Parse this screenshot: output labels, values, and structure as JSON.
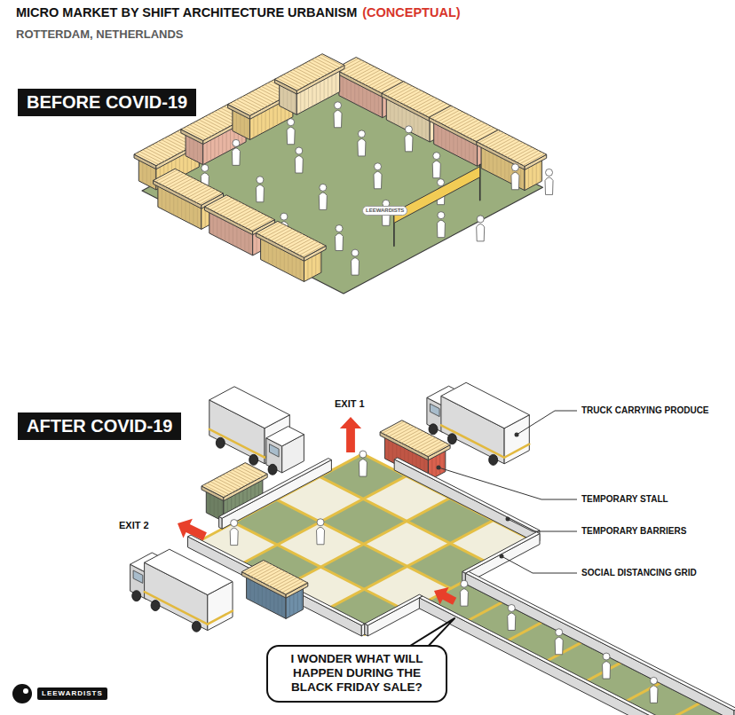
{
  "diagram": {
    "title": "MICRO MARKET BY SHIFT ARCHITECTURE URBANISM",
    "nodes": [
      {
        "text": [
          "BEFORE COVID-19"
        ]
      },
      {
        "text": [
          "AFTER COVID-19"
        ]
      },
      {
        "text": [
          "I WONDER WHAT WILL HAPPEN DURING THE BLACK FRIDAY SALE?"
        ]
      }
    ],
    "labels": [
      "(CONCEPTUAL)",
      "ROTTERDAM, NETHERLANDS",
      "LEEWARDISTS",
      "EXIT 1",
      "TRUCK CARRYING PRODUCE",
      "EXIT 2",
      "TEMPORARY STALL",
      "TEMPORARY BARRIERS",
      "SOCIAL DISTANCING GRID",
      "LEEWARDISTS"
    ]
  }
}
